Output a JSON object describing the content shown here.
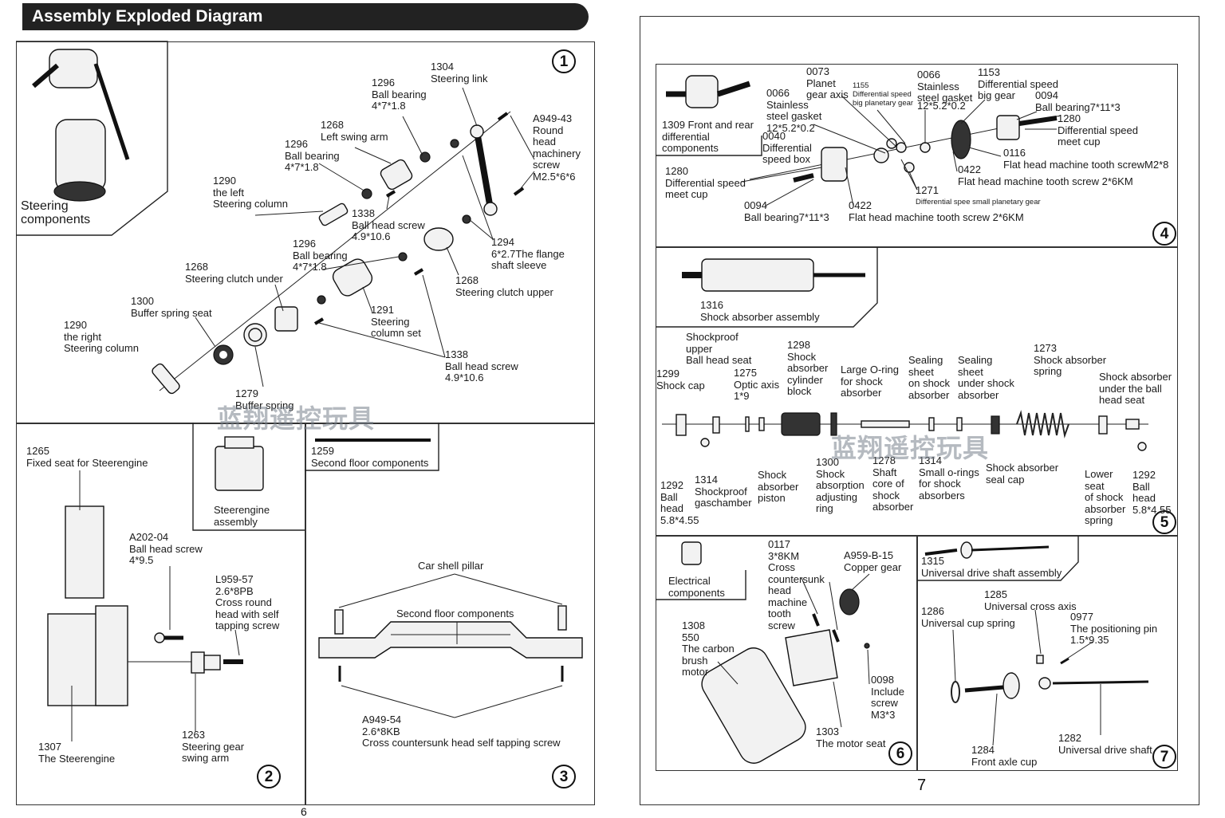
{
  "header": {
    "title": "Assembly Exploded Diagram"
  },
  "page_numbers": {
    "right": "7",
    "left": "6"
  },
  "watermark": "蓝翔遥控玩具",
  "sections": {
    "s1": {
      "num": "1",
      "inset": "Steering\ncomponents",
      "labels": {
        "l1304": "1304\nSteering link",
        "l1296a": "1296\nBall bearing\n4*7*1.8",
        "l1268a": "1268\nLeft swing arm",
        "la949": "A949-43\nRound\nhead\nmachinery\nscrew\nM2.5*6*6",
        "l1296b": "1296\nBall bearing\n4*7*1.8",
        "l1290a": "1290\nthe left\nSteering column",
        "l1338a": "1338\nBall head screw\n4.9*10.6",
        "l1296c": "1296\nBall bearing\n4*7*1.8",
        "l1294": "1294\n6*2.7The flange\nshaft sleeve",
        "l1268b": "1268\nSteering clutch under",
        "l1268c": "1268\nSteering clutch upper",
        "l1300": "1300\nBuffer spring seat",
        "l1291": "1291\nSteering\ncolumn set",
        "l1290b": "1290\nthe right\nSteering column",
        "l1338b": "1338\nBall head screw\n4.9*10.6",
        "l1279": "1279\nBuffer spring"
      }
    },
    "s2": {
      "num": "2",
      "labels": {
        "l1265": "1265\nFixed seat for Steerengine",
        "lsteer": "Steerengine\nassembly",
        "l1259": "1259\nSecond floor components",
        "la202": "A202-04\nBall head screw\n4*9.5",
        "ll959": "L959-57\n2.6*8PB\nCross round\nhead with self\ntapping screw",
        "l1307": "1307\nThe Steerengine",
        "l1263": "1263\nSteering gear\nswing arm"
      }
    },
    "s3": {
      "num": "3",
      "labels": {
        "lpillar": "Car shell pillar",
        "lsecond": "Second floor components",
        "la949b": "A949-54\n2.6*8KB\nCross countersunk head self tapping screw"
      }
    },
    "s4": {
      "num": "4",
      "labels": {
        "l1309": "1309 Front and rear\ndifferential\ncomponents",
        "l0066a": "0066\nStainless\nsteel gasket\n12*5.2*0.2",
        "l0073": "0073\nPlanet\ngear axis",
        "l1155": "1155\nDifferential speed\nbig planetary gear",
        "l0066b": "0066\nStainless\nsteel gasket",
        "l0066c": "12*5.2*0.2",
        "l1153": "1153\nDifferential speed\nbig gear",
        "l0094a": "0094\nBall bearing7*11*3",
        "l1280a": "1280\nDifferential speed\nmeet cup",
        "l0040": "0040\nDifferential\nspeed box",
        "l0116": "0116\nFlat head machine tooth screwM2*8",
        "l0422a": "0422\nFlat head machine tooth screw 2*6KM",
        "l1280b": "1280\nDifferential speed\nmeet cup",
        "l1271": "1271",
        "l1271b": "Differential spee small planetary gear",
        "l0094b": "0094\nBall bearing7*11*3",
        "l0422b": "0422\nFlat head machine tooth screw 2*6KM"
      }
    },
    "s5": {
      "num": "5",
      "labels": {
        "l1316": "1316\nShock absorber assembly",
        "lcapup": "Shockproof\nupper\nBall head seat",
        "l1299": "1299\nShock cap",
        "l1275": "1275\nOptic axis\n1*9",
        "l1298": "1298\nShock\nabsorber\ncylinder\nblock",
        "loring": "Large O-ring\nfor shock\nabsorber",
        "lseal1": "Sealing\nsheet\non shock\nabsorber",
        "lseal2": "Sealing\nsheet\nunder shock\nabsorber",
        "l1273": "1273\nShock absorber\nspring",
        "lballseat": "Shock absorber\nunder the ball\nhead seat",
        "l1292a": "1292\nBall\nhead\n5.8*4.55",
        "l1314a": "1314\nShockproof\ngaschamber",
        "lpiston": "Shock\nabsorber\npiston",
        "l1300b": "1300\nShock\nabsorption\nadjusting\nring",
        "l1278": "1278\nShaft\ncore of\nshock\nabsorber",
        "l1314b": "1314\nSmall o-rings\nfor shock\nabsorbers",
        "lseatcap": "Shock absorber\nseal cap",
        "llower": "Lower\nseat\nof shock\nabsorber\nspring",
        "l1292b": "1292\nBall\nhead\n5.8*4.55"
      }
    },
    "s6": {
      "num": "6",
      "labels": {
        "lelec": "Electrical\ncomponents",
        "l0117": "0117\n3*8KM\nCross\ncountersunk\nhead\nmachine\ntooth\nscrew",
        "la959": "A959-B-15\nCopper gear",
        "l1308": "1308\n550\nThe carbon\nbrush\nmotor",
        "l0098": "0098\nInclude\nscrew\nM3*3",
        "l1303": "1303\nThe motor seat"
      }
    },
    "s7": {
      "num": "7",
      "labels": {
        "l1315": "1315\nUniversal drive shaft assembly",
        "l1285": "1285\nUniversal cross axis",
        "l1286": "1286\nUniversal cup spring",
        "l0977": "0977\nThe positioning pin\n1.5*9.35",
        "l1284": "1284\nFront axle cup",
        "l1282": "1282\nUniversal drive shaft"
      }
    }
  }
}
